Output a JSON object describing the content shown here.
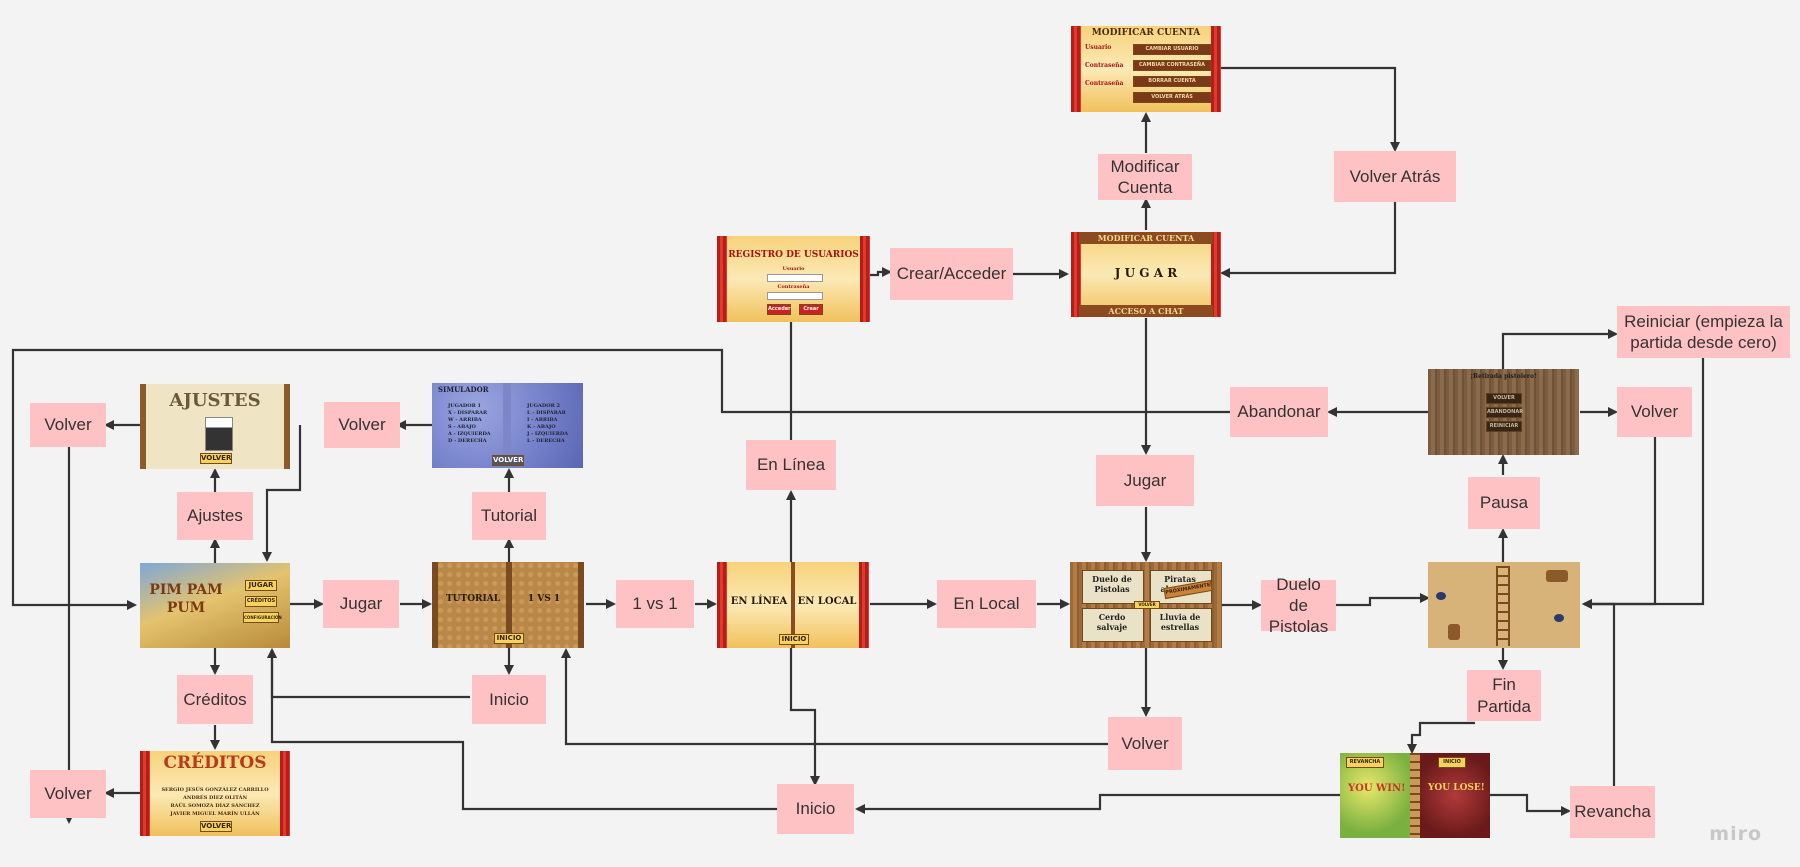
{
  "labels": {
    "volver_ajustes": "Volver",
    "ajustes": "Ajustes",
    "volver_tutorial": "Volver",
    "tutorial": "Tutorial",
    "jugar_menu": "Jugar",
    "creditos": "Créditos",
    "volver_creditos": "Volver",
    "inicio_menu": "Inicio",
    "uno_vs_uno": "1 vs 1",
    "en_linea": "En Línea",
    "en_local": "En Local",
    "crear_acceder": "Crear/Acceder",
    "modificar_cuenta": "Modificar\nCuenta",
    "volver_atras": "Volver Atrás",
    "jugar_online": "Jugar",
    "volver_seleccion": "Volver",
    "duelo_pistolas": "Duelo de\nPistolas",
    "abandonar": "Abandonar",
    "reiniciar": "Reiniciar (empieza la\npartida desde cero)",
    "volver_pausa": "Volver",
    "pausa": "Pausa",
    "fin_partida": "Fin\nPartida",
    "inicio_fin": "Inicio",
    "revancha": "Revancha"
  },
  "screens": {
    "modificar_cuenta": {
      "title": "MODIFICAR CUENTA",
      "field1": "Usuario",
      "field2": "Contraseña",
      "field3": "Contraseña",
      "opt1": "CAMBIAR USUARIO",
      "opt2": "CAMBIAR CONTRASEÑA",
      "opt3": "BORRAR CUENTA",
      "opt4": "VOLVER ATRÁS"
    },
    "registro": {
      "title": "REGISTRO DE USUARIOS",
      "user": "Usuario",
      "pass": "Contraseña",
      "btn1": "Acceder",
      "btn2": "Crear"
    },
    "acceso": {
      "title": "MODIFICAR CUENTA",
      "center": "J U G A R",
      "bottom": "ACCESO A CHAT"
    },
    "ajustes": {
      "title": "AJUSTES",
      "btn": "VOLVER"
    },
    "tutorial": {
      "title": "SIMULADOR",
      "left": "JUGADOR 1\nX - DISPARAR\nW - ARRIBA\nS - ABAJO\nA - IZQUIERDA\nD - DERECHA",
      "right": "JUGADOR 2\nL - DISPARAR\nI - ARRIBA\nK - ABAJO\nJ - IZQUIERDA\nL - DERECHA",
      "btn": "VOLVER"
    },
    "menu": {
      "title": "PIM PAM PUM",
      "b1": "JUGAR",
      "b2": "CRÉDITOS",
      "b3": "CONFIGURACIÓN"
    },
    "creditos": {
      "title": "CRÉDITOS",
      "names": "SERGIO JESÚS GONZÁLEZ CARRILLO\nANDRÉS DÍEZ OLITÁN\nRAÚL SOMOZA DÍAZ SÁNCHEZ\nJAVIER MIGUEL MARÍN ULLÁN",
      "btn": "VOLVER"
    },
    "modo": {
      "left": "TUTORIAL",
      "right": "1 VS 1",
      "btn": "INICIO"
    },
    "linea_local": {
      "left": "EN LÍNEA",
      "right": "EN LOCAL",
      "btn": "INICIO"
    },
    "seleccion": {
      "a": "Duelo de\nPistolas",
      "b": "Piratas\nabordaje",
      "c": "Cerdo\nsalvaje",
      "d": "Lluvia de\nestrellas",
      "tag": "PRÓXIMAMENTE",
      "btn": "VOLVER"
    },
    "pausa": {
      "title": "¡Retirada pistolero!",
      "b1": "VOLVER",
      "b2": "ABANDONAR",
      "b3": "REINICIAR"
    },
    "fin": {
      "left_btn": "REVANCHA",
      "right_btn": "INICIO",
      "win": "YOU WIN!",
      "lose": "YOU LOSE!"
    }
  },
  "brand": "miro",
  "colors": {
    "label_bg": "#ffc2c4",
    "arrow": "#333333",
    "background": "#f3f3f3"
  }
}
